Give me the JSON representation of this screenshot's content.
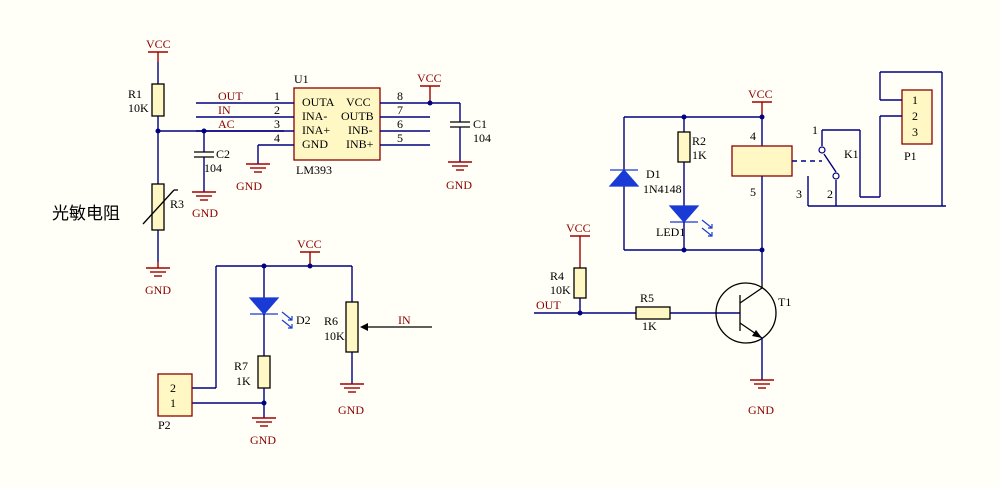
{
  "power": {
    "vcc": "VCC",
    "gnd": "GND"
  },
  "r1": {
    "ref": "R1",
    "value": "10K"
  },
  "r2": {
    "ref": "R2",
    "value": "1K"
  },
  "r3": {
    "ref": "R3",
    "desc": "光敏电阻"
  },
  "r4": {
    "ref": "R4",
    "value": "10K"
  },
  "r5": {
    "ref": "R5",
    "value": "1K"
  },
  "r6": {
    "ref": "R6",
    "value": "10K"
  },
  "r7": {
    "ref": "R7",
    "value": "1K"
  },
  "c1": {
    "ref": "C1",
    "value": "104"
  },
  "c2": {
    "ref": "C2",
    "value": "104"
  },
  "u1": {
    "ref": "U1",
    "part": "LM393",
    "left_pins": [
      {
        "num": "1",
        "name": "OUTA",
        "net": "OUT"
      },
      {
        "num": "2",
        "name": "INA-",
        "net": "IN"
      },
      {
        "num": "3",
        "name": "INA+",
        "net": "AC"
      },
      {
        "num": "4",
        "name": "GND",
        "net": ""
      }
    ],
    "right_pins": [
      {
        "num": "8",
        "name": "VCC"
      },
      {
        "num": "7",
        "name": "OUTB"
      },
      {
        "num": "6",
        "name": "INB-"
      },
      {
        "num": "5",
        "name": "INB+"
      }
    ]
  },
  "d1": {
    "ref": "D1",
    "part": "1N4148"
  },
  "d2": {
    "ref": "D2"
  },
  "led1": {
    "ref": "LED1"
  },
  "t1": {
    "ref": "T1"
  },
  "k1": {
    "ref": "K1",
    "coil_pins": [
      "4",
      "5"
    ],
    "contact_pins": [
      "1",
      "2",
      "3"
    ]
  },
  "p1": {
    "ref": "P1",
    "pins": [
      "1",
      "2",
      "3"
    ]
  },
  "p2": {
    "ref": "P2",
    "pins": [
      "2",
      "1"
    ]
  },
  "nets": {
    "out": "OUT",
    "in": "IN"
  }
}
